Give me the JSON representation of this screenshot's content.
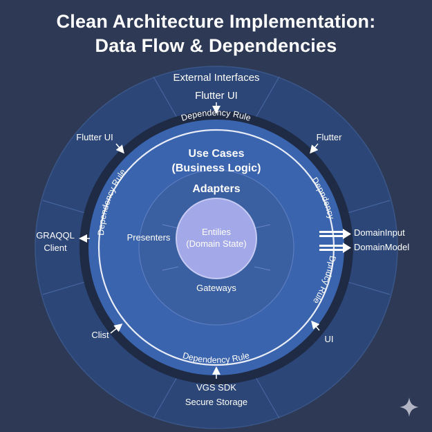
{
  "title": {
    "line1": "Clean Architecture Implementation:",
    "line2": "Data Flow & Dependencies"
  },
  "rings": {
    "outer": {
      "title": "External Interfaces",
      "top_label": "Flutter UI",
      "left_upper": "Flutter UI",
      "right_upper": "Flutter",
      "left_mid_line1": "GRAQQL",
      "left_mid_line2": "Client",
      "left_lower": "Clist",
      "right_lower": "UI",
      "bottom_line1": "VGS SDK",
      "bottom_line2": "Secure Storage",
      "right_arrows": [
        "DomainInput",
        "DomainModel"
      ]
    },
    "dependency_ring": {
      "top": "Dependency Rule",
      "left": "Dependency Rule",
      "right_upper": "Depndency",
      "right_lower": "Dpndcy Rule",
      "bottom": "Dependency Rule"
    },
    "use_cases": {
      "line1": "Use Cases",
      "line2": "(Business Logic)"
    },
    "adapters": {
      "title": "Adapters",
      "left": "Presenters",
      "bottom": "Gateways"
    },
    "entities": {
      "line1": "Entilies",
      "line2": "(Domain State)"
    }
  },
  "colors": {
    "background": "#2e3a55",
    "outer_ring": "#2c4677",
    "dark_band": "#1f2b45",
    "use_cases_ring": "#3a64ad",
    "adapters_ring": "#3b60a2",
    "entities_core": "#a3a8e8"
  },
  "icons": {
    "corner": "sparkle-icon"
  }
}
